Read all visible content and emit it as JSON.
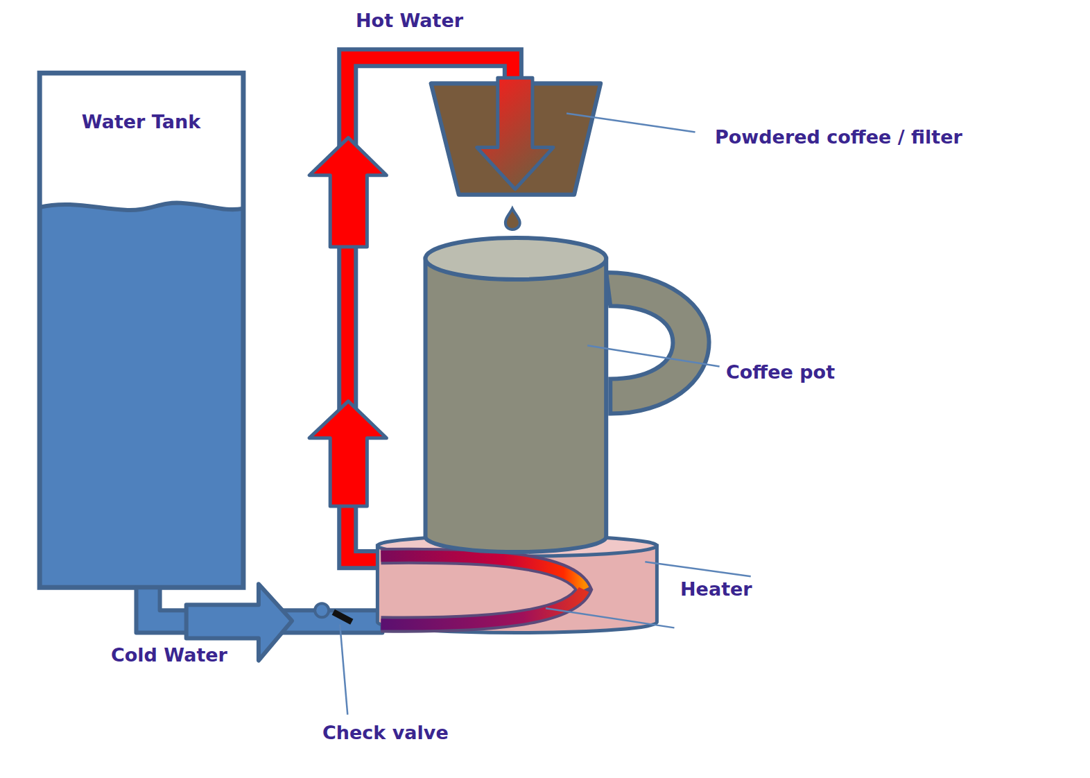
{
  "diagram": {
    "nodes": [
      {
        "text": [
          "Water Tank"
        ]
      }
    ],
    "labels": [
      "Hot Water",
      "Powdered coffee / filter",
      "Coffee pot",
      "Heater",
      "Cold Water",
      "Check valve"
    ]
  }
}
